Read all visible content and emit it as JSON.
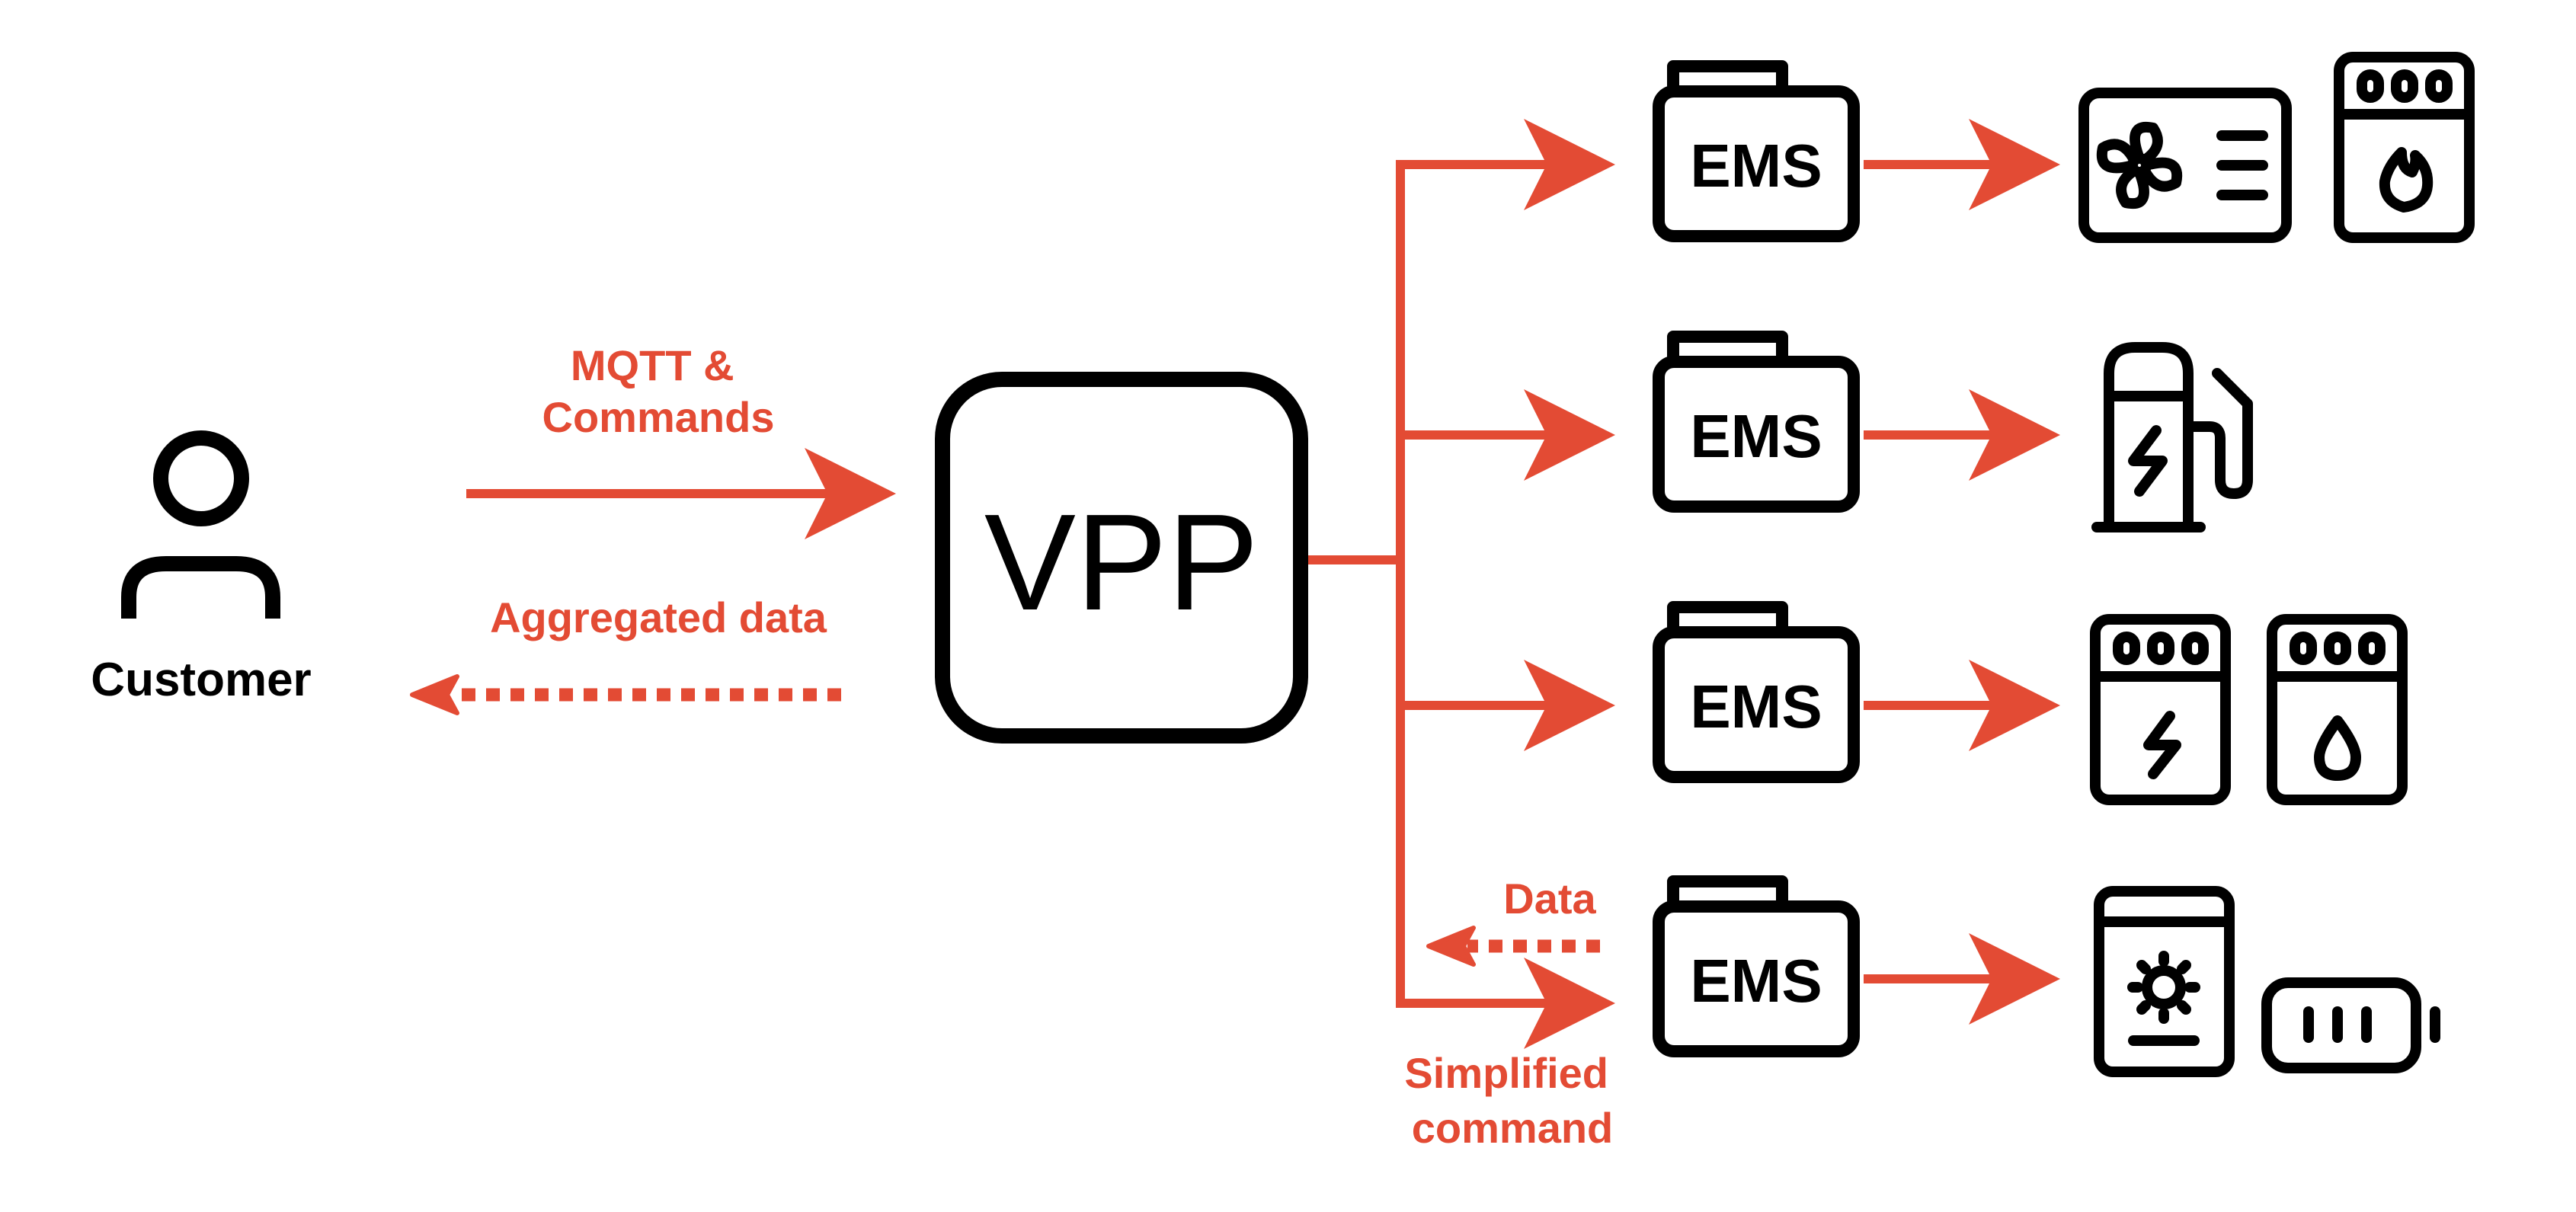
{
  "colors": {
    "accent": "#e34b34",
    "ink": "#000000",
    "background": "#ffffff"
  },
  "customer": {
    "label": "Customer",
    "icon": "person-icon"
  },
  "links": {
    "command_label": "MQTT &\nCommands",
    "aggregated_label": "Aggregated data",
    "data_label": "Data",
    "simplified_label": "Simplified\ncommand"
  },
  "vpp": {
    "label": "VPP"
  },
  "ems_units": [
    {
      "label": "EMS",
      "devices": [
        "heat-pump-icon",
        "gas-boiler-icon"
      ]
    },
    {
      "label": "EMS",
      "devices": [
        "ev-charger-icon"
      ]
    },
    {
      "label": "EMS",
      "devices": [
        "electric-heater-icon",
        "water-heater-icon"
      ]
    },
    {
      "label": "EMS",
      "devices": [
        "solar-panel-icon",
        "battery-icon"
      ]
    }
  ]
}
